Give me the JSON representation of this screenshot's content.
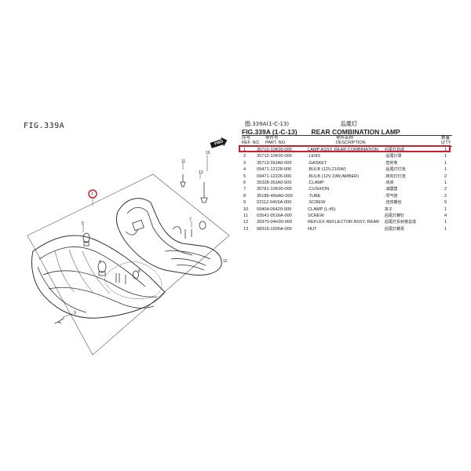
{
  "figure": {
    "label": "FIG.339A"
  },
  "header": {
    "cn_left": "图.339A(1-C-13)",
    "cn_right": "后尾灯",
    "fig_code": "FIG.339A (1-C-13)",
    "title": "REAR COMBINATION LAMP",
    "columns": {
      "ref_cn": "序号",
      "ref": "REF. NO.",
      "part_cn": "零件号",
      "part": "PART. NO.",
      "desc_cn": "零件名称",
      "desc": "DESCRIPTION",
      "qty_cn": "数量",
      "qty": "Q'TY"
    }
  },
  "forward_marker": "FWD",
  "highlight_color": "#c8202c",
  "callouts": {
    "c1": "1",
    "c4": "4",
    "c5": "5",
    "c7": "7",
    "c8": "8",
    "c9": "9",
    "c10": "10",
    "c11": "11",
    "c12": "12",
    "c13": "13"
  },
  "parts": [
    {
      "ref": "1",
      "part_no": "35710-10K00-000",
      "desc": "LAMP ASSY, REAR COMBINATION",
      "cn": "后尾灯总成",
      "qty": "1"
    },
    {
      "ref": "2",
      "part_no": "35712-10K00-000",
      "desc": ".LENS",
      "cn": ".后尾灯罩",
      "qty": "1"
    },
    {
      "ref": "3",
      "part_no": "35713-39JA0-000",
      "desc": ".GASKET",
      "cn": ".密封条",
      "qty": "1"
    },
    {
      "ref": "4",
      "part_no": "09471-12128-000",
      "desc": ".BULB (12V,21/5W)",
      "cn": ".后尾灯灯泡",
      "qty": "1"
    },
    {
      "ref": "5",
      "part_no": "09471-12226-000",
      "desc": ".BULB (12V,10W,AMBER)",
      "cn": ".转向灯灯泡",
      "qty": "2"
    },
    {
      "ref": "6",
      "part_no": "35328-39JA0-000",
      "desc": ".CLAMP",
      "cn": ".线夹",
      "qty": "1"
    },
    {
      "ref": "7",
      "part_no": "35781-10K00-000",
      "desc": ".CUSHION",
      "cn": ".减震垫",
      "qty": "2"
    },
    {
      "ref": "8",
      "part_no": "35186-45HA0-000",
      "desc": ".TUBE",
      "cn": ".导气管",
      "qty": "2"
    },
    {
      "ref": "9",
      "part_no": "02112-0416A-000",
      "desc": ".SCREW",
      "cn": ".自攻螺丝",
      "qty": "5"
    },
    {
      "ref": "10",
      "part_no": "09404-06429-000",
      "desc": "CLAMP (L:45)",
      "cn": "夹子",
      "qty": "1"
    },
    {
      "ref": "11",
      "part_no": "03541-0516A-000",
      "desc": "SCREW",
      "cn": "后尾灯螺钉",
      "qty": "4"
    },
    {
      "ref": "12",
      "part_no": "35970-04H30-000",
      "desc": "REFLEX REFLECTOR ASSY, REAR",
      "cn": "后尾灯反射镜总成",
      "qty": "1"
    },
    {
      "ref": "13",
      "part_no": "08316-1005A-000",
      "desc": "NUT",
      "cn": "后尾灯螺母",
      "qty": "1"
    }
  ]
}
